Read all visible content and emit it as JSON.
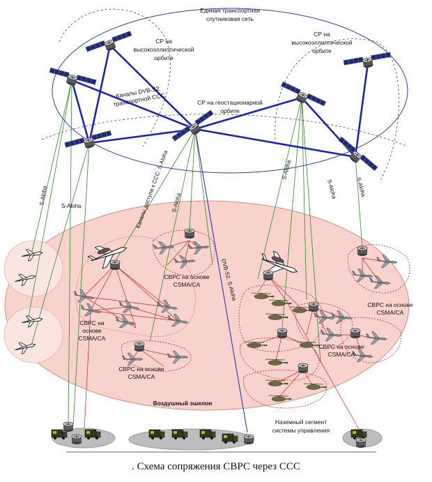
{
  "labels": {
    "sat_network_line1": "Единая транспортная",
    "sat_network_line2": "спутниковая сеть",
    "heo_left_line1": "СР на",
    "heo_left_line2": "высокоэллиптической",
    "heo_left_line3": "орбите",
    "heo_right_line1": "СР на",
    "heo_right_line2": "высокоэллиптической",
    "heo_right_line3": "орбите",
    "dvb_channels_line1": "Каналы DVB-S2",
    "dvb_channels_line2": "транспортной ССС",
    "geo_line1": "СР на геостационарной",
    "geo_line2": "орбите",
    "access_channels": "Каналы доступа к ССС: S-Aloha",
    "saloha_1": "S-Aloha",
    "saloha_2": "S-Aloha",
    "saloha_3": "S-Aloha",
    "saloha_4": "S-Aloha",
    "saloha_5": "S-Aloha",
    "saloha_6": "S-Aloha",
    "dvb_saloha": "DVB-S2, S-Aloha",
    "svrs_top_line1": "СВРС на основе",
    "svrs_top_line2": "CSMA/CA",
    "svrs_left_line1": "СВРС на",
    "svrs_left_line2": "основе",
    "svrs_left_line3": "CSMA/CA",
    "svrs_bottom_line1": "СВРС на основе",
    "svrs_bottom_line2": "CSMA/CA",
    "svrs_mid_line1": "СВРС на основе",
    "svrs_mid_line2": "CSMA/CA",
    "svrs_right_line1": "СВРС на основе",
    "svrs_right_line2": "CSMA/CA",
    "air_echelon": "Воздушный эшелон",
    "ground_line1": "Наземный сегмент",
    "ground_line2": "системы управления",
    "caption": ". Схема сопряжения СВРС через ССС"
  },
  "colors": {
    "satellite_link": "#1a22b8",
    "orbit": "#2f3fb0",
    "access_link": "#2e8b24",
    "local_link": "#d42020",
    "air_zone_fill": "#f7d3cc",
    "air_zone_stroke": "#d98a7e",
    "cluster_stroke": "#c02020",
    "ground_fill": "#bdbdbd"
  },
  "icons": {
    "satellite": "satellite-icon",
    "router": "router-icon",
    "aircraft": "aircraft-icon",
    "awacs": "awacs-icon",
    "helicopter": "helicopter-icon",
    "vehicle": "vehicle-icon"
  }
}
